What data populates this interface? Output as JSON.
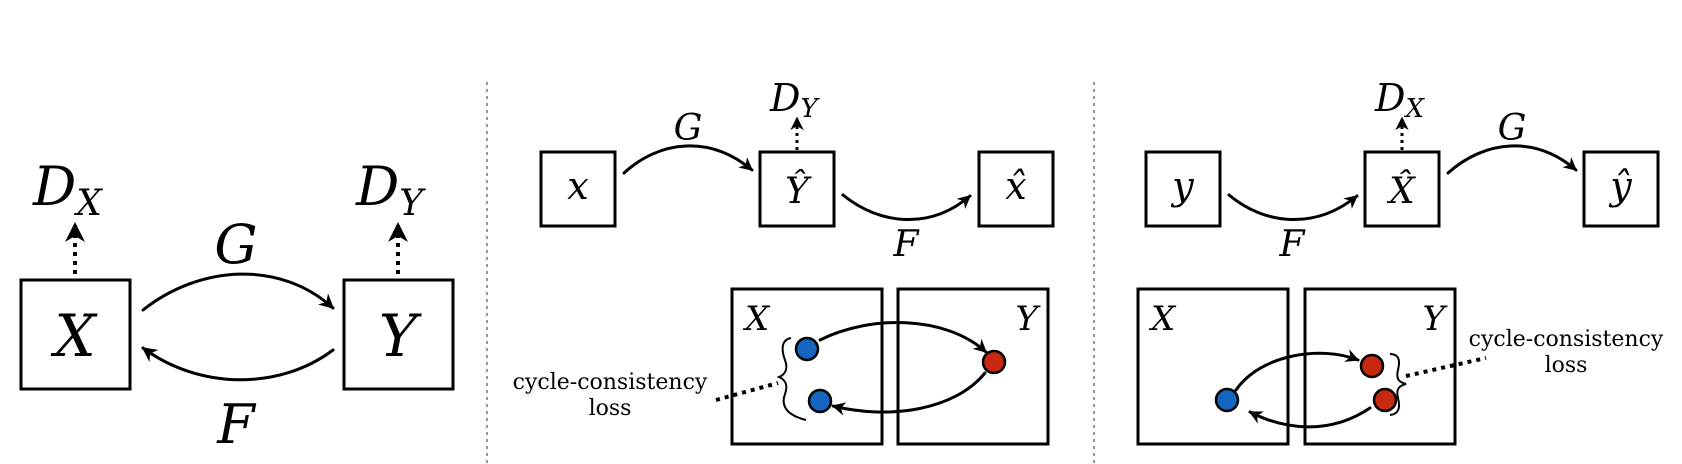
{
  "panel_a": {
    "domain_x": "X",
    "domain_y": "Y",
    "disc_x_base": "D",
    "disc_x_sub": "X",
    "disc_y_base": "D",
    "disc_y_sub": "Y",
    "map_g": "G",
    "map_f": "F"
  },
  "panel_b": {
    "sample": "x",
    "generated": "Ŷ",
    "reconstructed": "x̂",
    "disc_base": "D",
    "disc_sub": "Y",
    "map_g": "G",
    "map_f": "F",
    "space_x": "X",
    "space_y": "Y",
    "loss_line1": "cycle-consistency",
    "loss_line2": "loss",
    "point_colors": {
      "x_domain": "#1565c0",
      "y_domain": "#c62810"
    }
  },
  "panel_c": {
    "sample": "y",
    "generated": "X̂",
    "reconstructed": "ŷ",
    "disc_base": "D",
    "disc_sub": "X",
    "map_f": "F",
    "map_g": "G",
    "space_x": "X",
    "space_y": "Y",
    "loss_line1": "cycle-consistency",
    "loss_line2": "loss",
    "point_colors": {
      "x_domain": "#1565c0",
      "y_domain": "#c62810"
    }
  }
}
